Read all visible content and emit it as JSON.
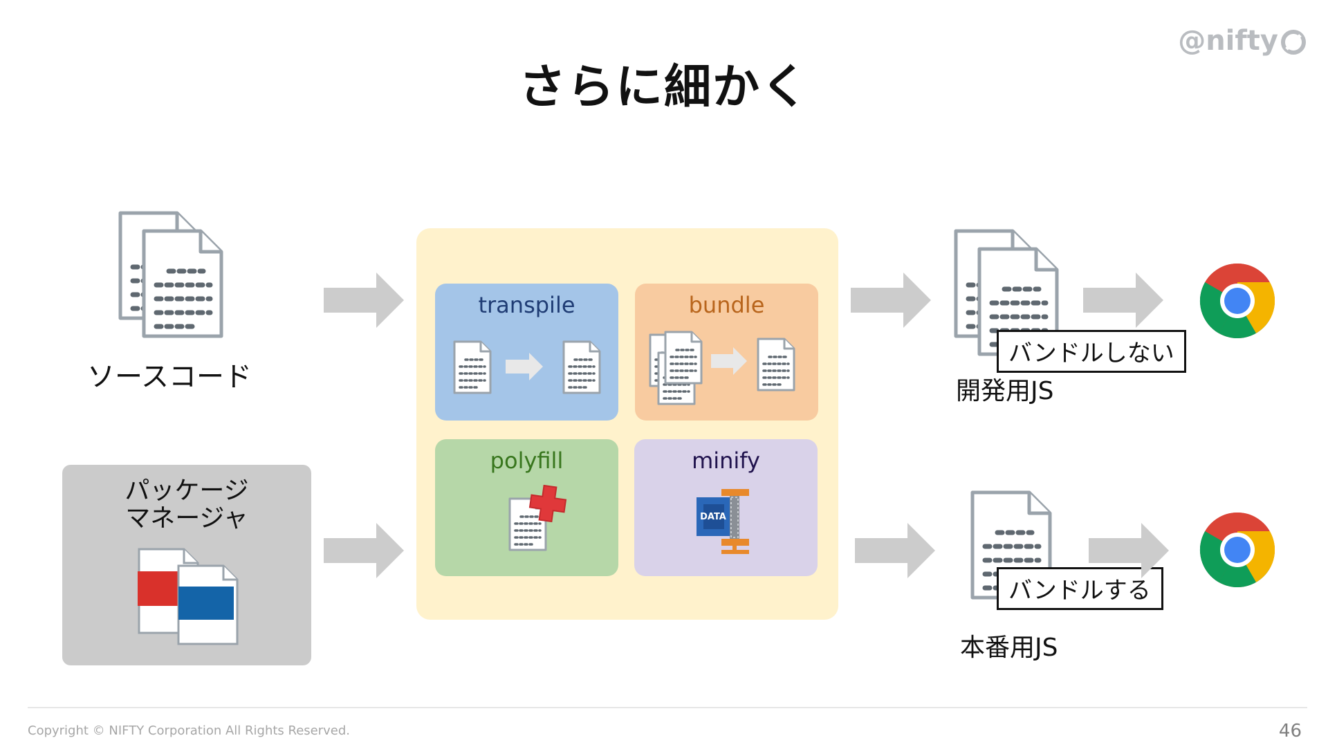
{
  "slide": {
    "title": "さらに細かく",
    "logo_text": "@nifty",
    "page_number": "46",
    "copyright": "Copyright © NIFTY Corporation All Rights Reserved."
  },
  "inputs": {
    "source_code": "ソースコード",
    "package_manager_line1": "パッケージ",
    "package_manager_line2": "マネージャ"
  },
  "build_steps": {
    "transpile": "transpile",
    "bundle": "bundle",
    "polyfill": "polyfill",
    "minify": "minify",
    "data_label": "DATA"
  },
  "outputs": {
    "dev_js": "開発用JS",
    "dev_note": "バンドルしない",
    "prod_js": "本番用JS",
    "prod_note": "バンドルする"
  },
  "colors": {
    "process_bg": "#fff2cc",
    "transpile_bg": "#a4c5e8",
    "transpile_text": "#1f3c74",
    "bundle_bg": "#f8cba0",
    "bundle_text": "#b8651c",
    "polyfill_bg": "#b6d7a8",
    "polyfill_text": "#38761d",
    "minify_bg": "#d9d2e9",
    "minify_text": "#20124d",
    "arrow": "#cccccc",
    "package_box": "#cbcbcb"
  }
}
